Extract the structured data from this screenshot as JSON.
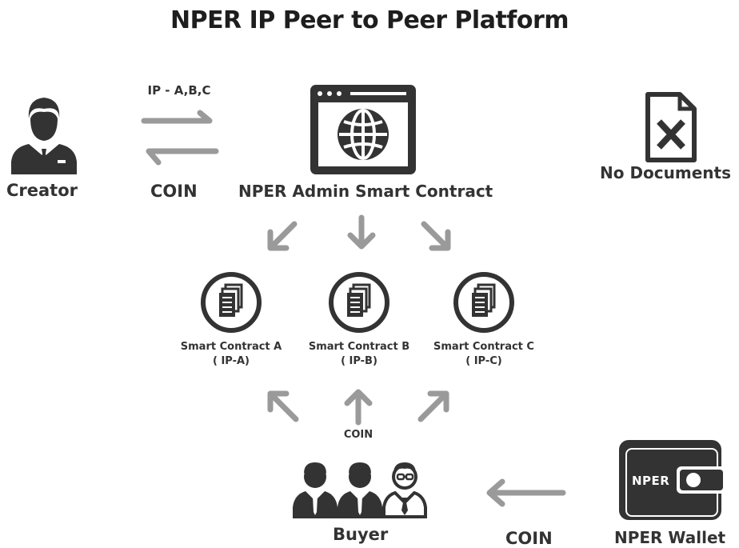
{
  "title": "NPER IP Peer to Peer Platform",
  "creator": {
    "label": "Creator",
    "icon": "businessman-icon"
  },
  "exchange": {
    "ip_label": "IP - A,B,C",
    "coin_label": "COIN"
  },
  "admin": {
    "label": "NPER Admin Smart Contract",
    "icon": "browser-globe-icon"
  },
  "no_documents": {
    "label": "No Documents",
    "icon": "document-x-icon"
  },
  "contracts": [
    {
      "name": "Smart Contract A",
      "ip": "( IP-A)"
    },
    {
      "name": "Smart Contract B",
      "ip": "( IP-B)"
    },
    {
      "name": "Smart Contract C",
      "ip": "( IP-C)"
    }
  ],
  "buyer": {
    "label": "Buyer",
    "coin_label": "COIN",
    "icon": "group-people-icon"
  },
  "wallet": {
    "label": "NPER Wallet",
    "badge": "NPER",
    "coin_label": "COIN",
    "icon": "wallet-icon"
  },
  "colors": {
    "dark": "#333333",
    "arrow": "#9a9a9a",
    "text": "#222222"
  }
}
